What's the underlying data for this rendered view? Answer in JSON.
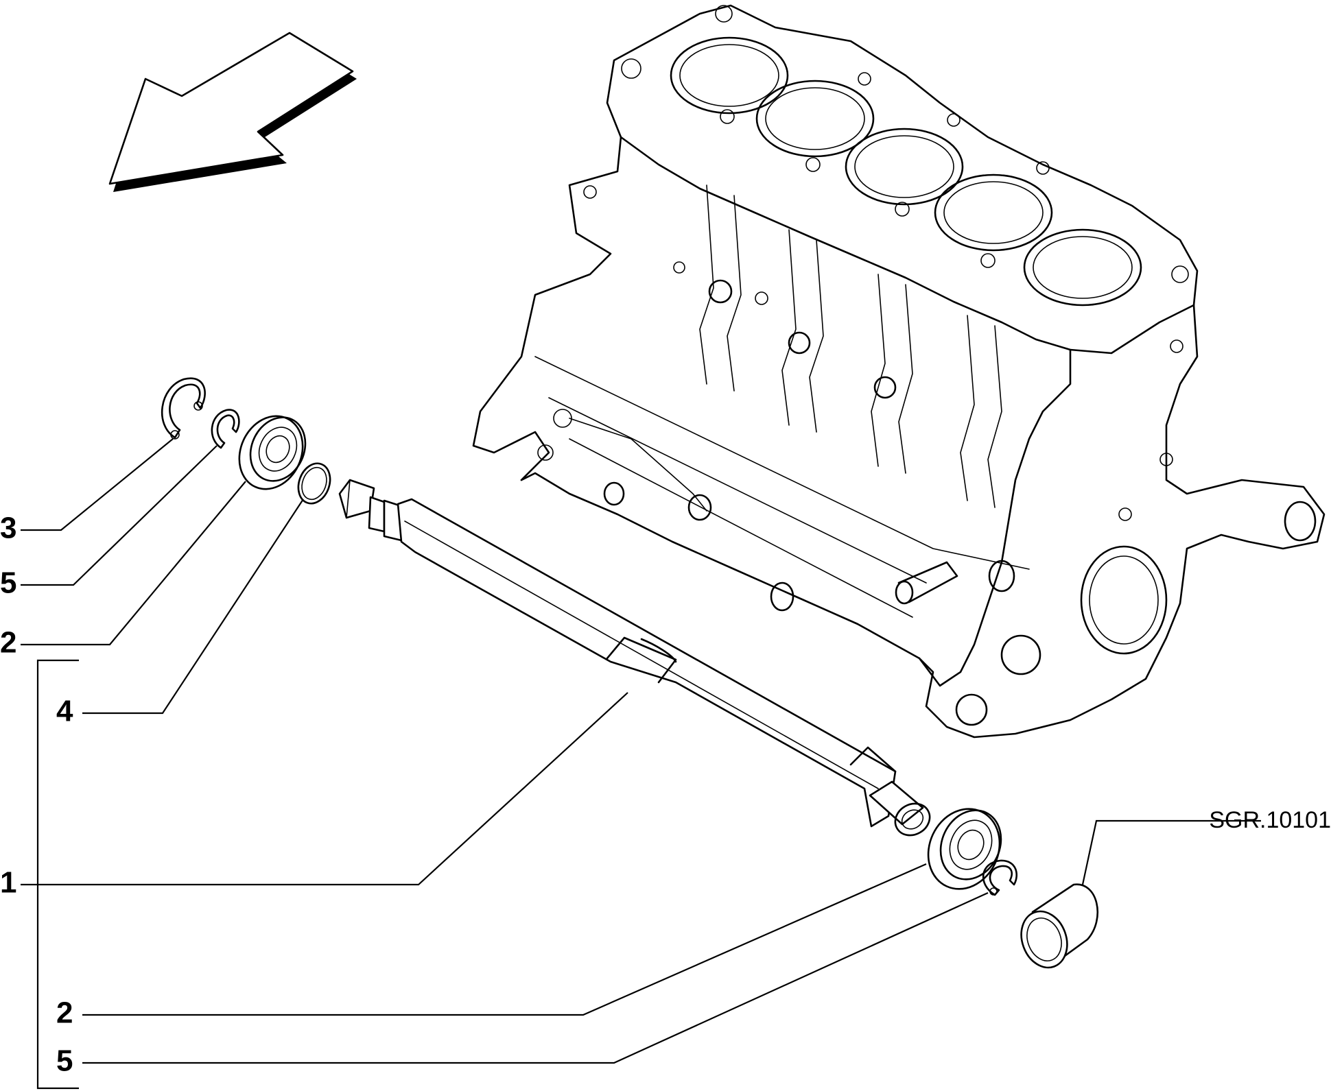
{
  "reference_code": "SGR.10101",
  "callouts": [
    {
      "id": "c3a",
      "label": "3"
    },
    {
      "id": "c5a",
      "label": "5"
    },
    {
      "id": "c2a",
      "label": "2"
    },
    {
      "id": "c4a",
      "label": "4"
    },
    {
      "id": "c1a",
      "label": "1"
    },
    {
      "id": "c2b",
      "label": "2"
    },
    {
      "id": "c5b",
      "label": "5"
    }
  ],
  "icons": {
    "direction_arrow": "direction-arrow-icon",
    "engine_block": "engine-block-icon",
    "shaft": "balance-shaft-icon",
    "bearing": "ball-bearing-icon",
    "snap_ring": "snap-ring-icon",
    "o_ring": "o-ring-icon",
    "plug": "cap-plug-icon"
  },
  "colors": {
    "ink": "#000000",
    "paper": "#ffffff"
  }
}
